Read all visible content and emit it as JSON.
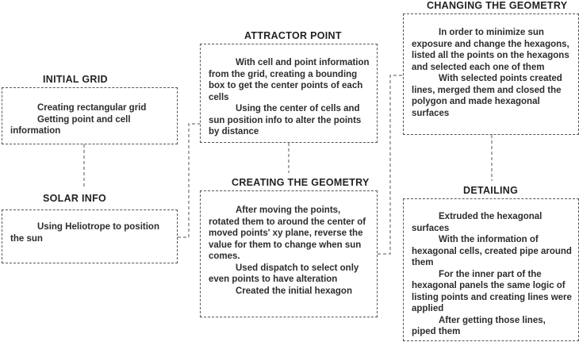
{
  "nodes": {
    "initial_grid": {
      "title": "INITIAL GRID",
      "lines": [
        "Creating rectangular grid",
        "Getting point and cell information"
      ]
    },
    "solar_info": {
      "title": "SOLAR INFO",
      "lines": [
        "Using Heliotrope to position the sun"
      ]
    },
    "attractor_point": {
      "title": "ATTRACTOR POINT",
      "lines": [
        "With cell and point information from the grid, creating a bounding box to get the center points of each cells",
        "Using the center of cells and sun position info to alter the points by distance"
      ]
    },
    "creating_geometry": {
      "title": "CREATING THE GEOMETRY",
      "lines": [
        "After moving the points, rotated them to around the center of moved points' xy plane, reverse the value for them to change when sun comes.",
        "Used dispatch to select only even points to have alteration",
        "Created the initial hexagon"
      ]
    },
    "changing_geometry": {
      "title": "CHANGING THE GEOMETRY",
      "lines": [
        "In order to minimize sun exposure and change the hexagons, listed all the points on the hexagons and selected each one of them",
        "With selected points created lines, merged them and closed the polygon and made hexagonal surfaces"
      ]
    },
    "detailing": {
      "title": "DETAILING",
      "lines": [
        "Extruded the hexagonal surfaces",
        "With the information of hexagonal cells, created pipe around them",
        "For the inner part of the hexagonal panels the same logic of listing points and creating lines were applied",
        "After getting those lines, piped them"
      ]
    }
  }
}
